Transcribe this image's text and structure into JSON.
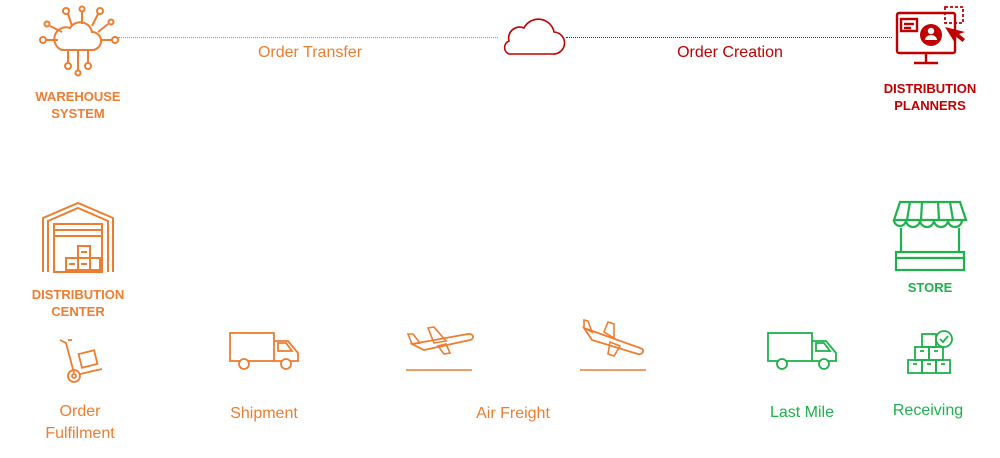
{
  "colors": {
    "orange": "#ED7D31",
    "red": "#C00000",
    "green": "#1FB14C"
  },
  "top_row": {
    "warehouse": {
      "label": "WAREHOUSE\nSYSTEM",
      "icon": "cloud-network-icon"
    },
    "cloud": {
      "icon": "cloud-icon"
    },
    "planners": {
      "label": "DISTRIBUTION\nPLANNERS",
      "icon": "monitor-user-icon"
    },
    "link_left": "Order Transfer",
    "link_right": "Order Creation"
  },
  "nodes": {
    "distribution_center": {
      "label": "DISTRIBUTION\nCENTER",
      "icon": "warehouse-icon"
    },
    "store": {
      "label": "STORE",
      "icon": "storefront-icon"
    }
  },
  "process": [
    {
      "label": "Order\nFulfilment",
      "icon": "hand-truck-icon"
    },
    {
      "label": "Shipment",
      "icon": "truck-icon"
    },
    {
      "label": "Air Freight",
      "icon": "airplane-icon"
    },
    {
      "label": "Last Mile",
      "icon": "truck-icon"
    },
    {
      "label": "Receiving",
      "icon": "boxes-check-icon"
    }
  ]
}
